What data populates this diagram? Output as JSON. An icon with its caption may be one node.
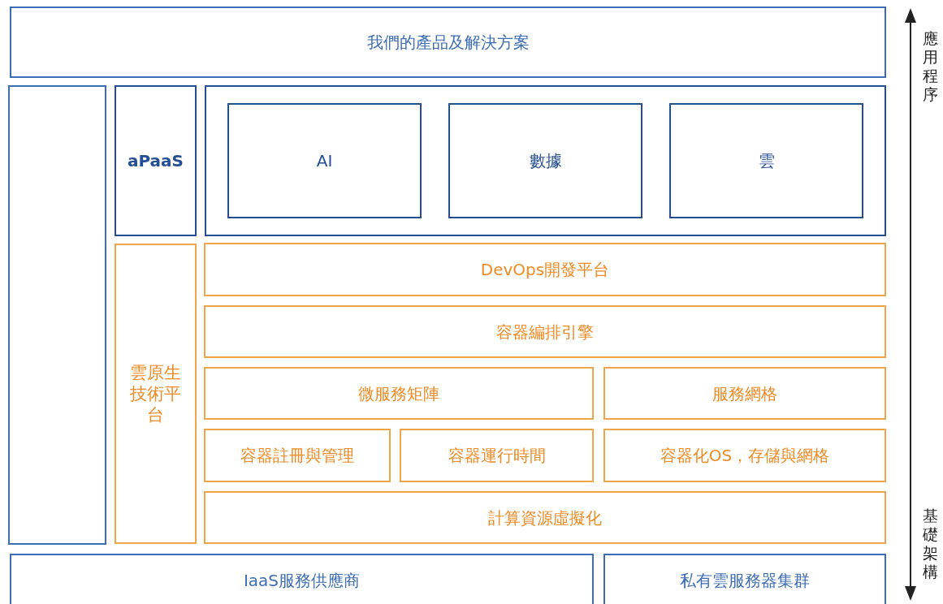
{
  "diagram": {
    "nodes": [
      {
        "text": [
          "我們的產品及解決方案"
        ]
      },
      {
        "text": [],
        "shape": "box"
      },
      {
        "text": [
          "aPaaS"
        ]
      },
      {
        "text": [],
        "shape": "box"
      },
      {
        "text": [
          "AI"
        ],
        "in": 3
      },
      {
        "text": [
          "數據"
        ],
        "in": 3
      },
      {
        "text": [
          "雲"
        ],
        "in": 3
      },
      {
        "text": [
          "雲原生技術平台"
        ]
      },
      {
        "text": [
          "DevOps開發平台"
        ]
      },
      {
        "text": [
          "容器編排引擎"
        ]
      },
      {
        "text": [
          "微服務矩陣"
        ]
      },
      {
        "text": [
          "服務網格"
        ]
      },
      {
        "text": [
          "容器註冊與管理"
        ]
      },
      {
        "text": [
          "容器運行時間"
        ]
      },
      {
        "text": [
          "容器化OS，存儲與網格"
        ]
      },
      {
        "text": [
          "計算資源虛擬化"
        ]
      },
      {
        "text": [
          "IaaS服務供應商"
        ]
      },
      {
        "text": [
          "私有雲服務器集群"
        ]
      }
    ],
    "labels": [
      "應用程序",
      "基礎架構"
    ]
  }
}
